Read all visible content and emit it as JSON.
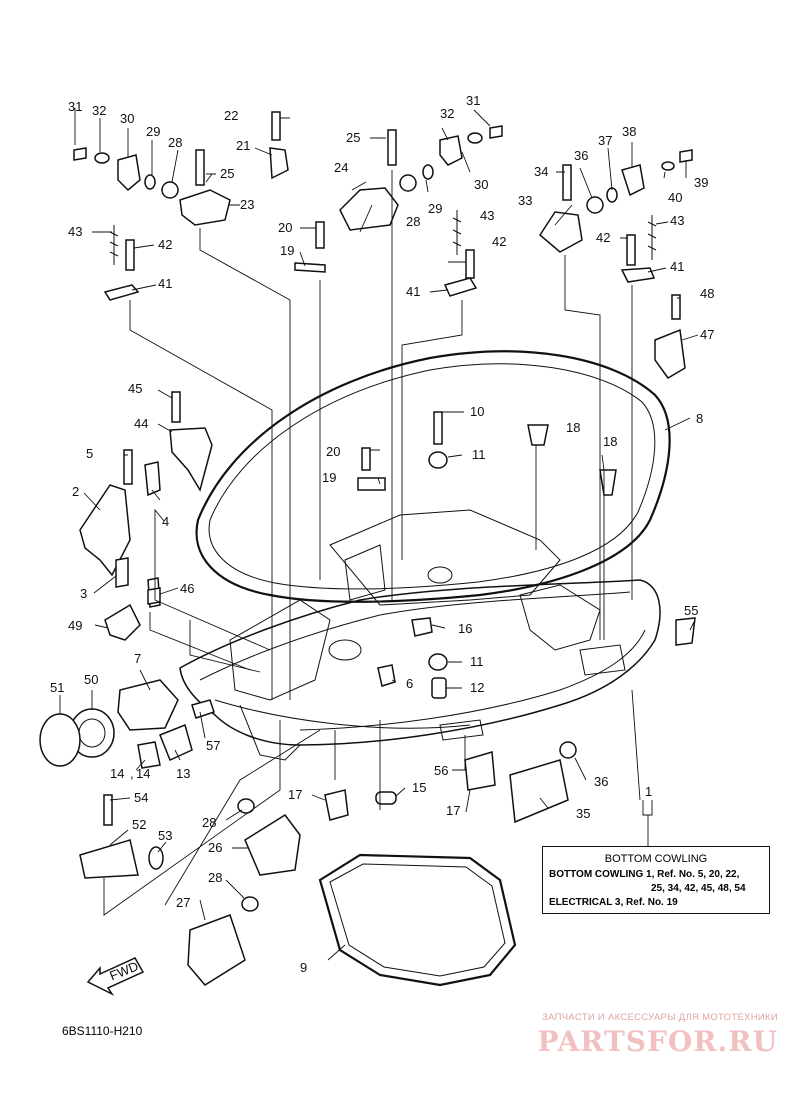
{
  "diagram": {
    "code": "6BS1110-H210",
    "fwd_label": "FWD",
    "callouts": [
      "1",
      "2",
      "3",
      "4",
      "5",
      "6",
      "7",
      "8",
      "9",
      "10",
      "11",
      "11",
      "12",
      "13",
      "14",
      "14",
      "15",
      "16",
      "17",
      "17",
      "18",
      "18",
      "19",
      "19",
      "20",
      "20",
      "21",
      "22",
      "23",
      "24",
      "25",
      "25",
      "26",
      "27",
      "28",
      "28",
      "28",
      "28",
      "29",
      "29",
      "30",
      "30",
      "31",
      "31",
      "32",
      "32",
      "33",
      "34",
      "35",
      "36",
      "36",
      "37",
      "38",
      "39",
      "40",
      "41",
      "41",
      "41",
      "42",
      "42",
      "42",
      "43",
      "43",
      "43",
      "44",
      "45",
      "46",
      "47",
      "48",
      "49",
      "50",
      "51",
      "52",
      "53",
      "54",
      "55",
      "56",
      "57"
    ]
  },
  "legend": {
    "title": "BOTTOM COWLING",
    "line1": "BOTTOM COWLING 1,  Ref. No. 5, 20, 22,",
    "line2": "25, 34, 42, 45, 48, 54",
    "line3": "ELECTRICAL 3, Ref. No. 19"
  },
  "watermark": {
    "tagline": "ЗАПЧАСТИ И АКСЕССУАРЫ ДЛЯ МОТОТЕХНИКИ",
    "brand": "PARTSFOR.RU"
  }
}
